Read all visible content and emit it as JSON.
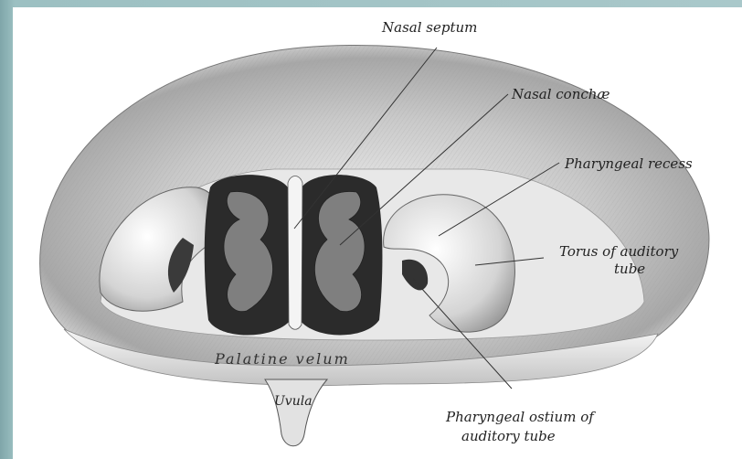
{
  "figure": {
    "labels": {
      "nasal_septum": "Nasal septum",
      "nasal_conchae": "Nasal conchæ",
      "pharyngeal_recess": "Pharyngeal recess",
      "torus_line1": "Torus of auditory",
      "torus_line2": "tube",
      "palatine_velum": "Palatine velum",
      "uvula": "Uvula",
      "ostium_line1": "Pharyngeal ostium of",
      "ostium_line2": "auditory tube"
    },
    "colors": {
      "background_frame": "#8fb3b5",
      "paper": "#ffffff",
      "engraving_dark": "#2b2b2b",
      "engraving_mid": "#8a8a8a",
      "engraving_light": "#d6d6d6"
    }
  }
}
